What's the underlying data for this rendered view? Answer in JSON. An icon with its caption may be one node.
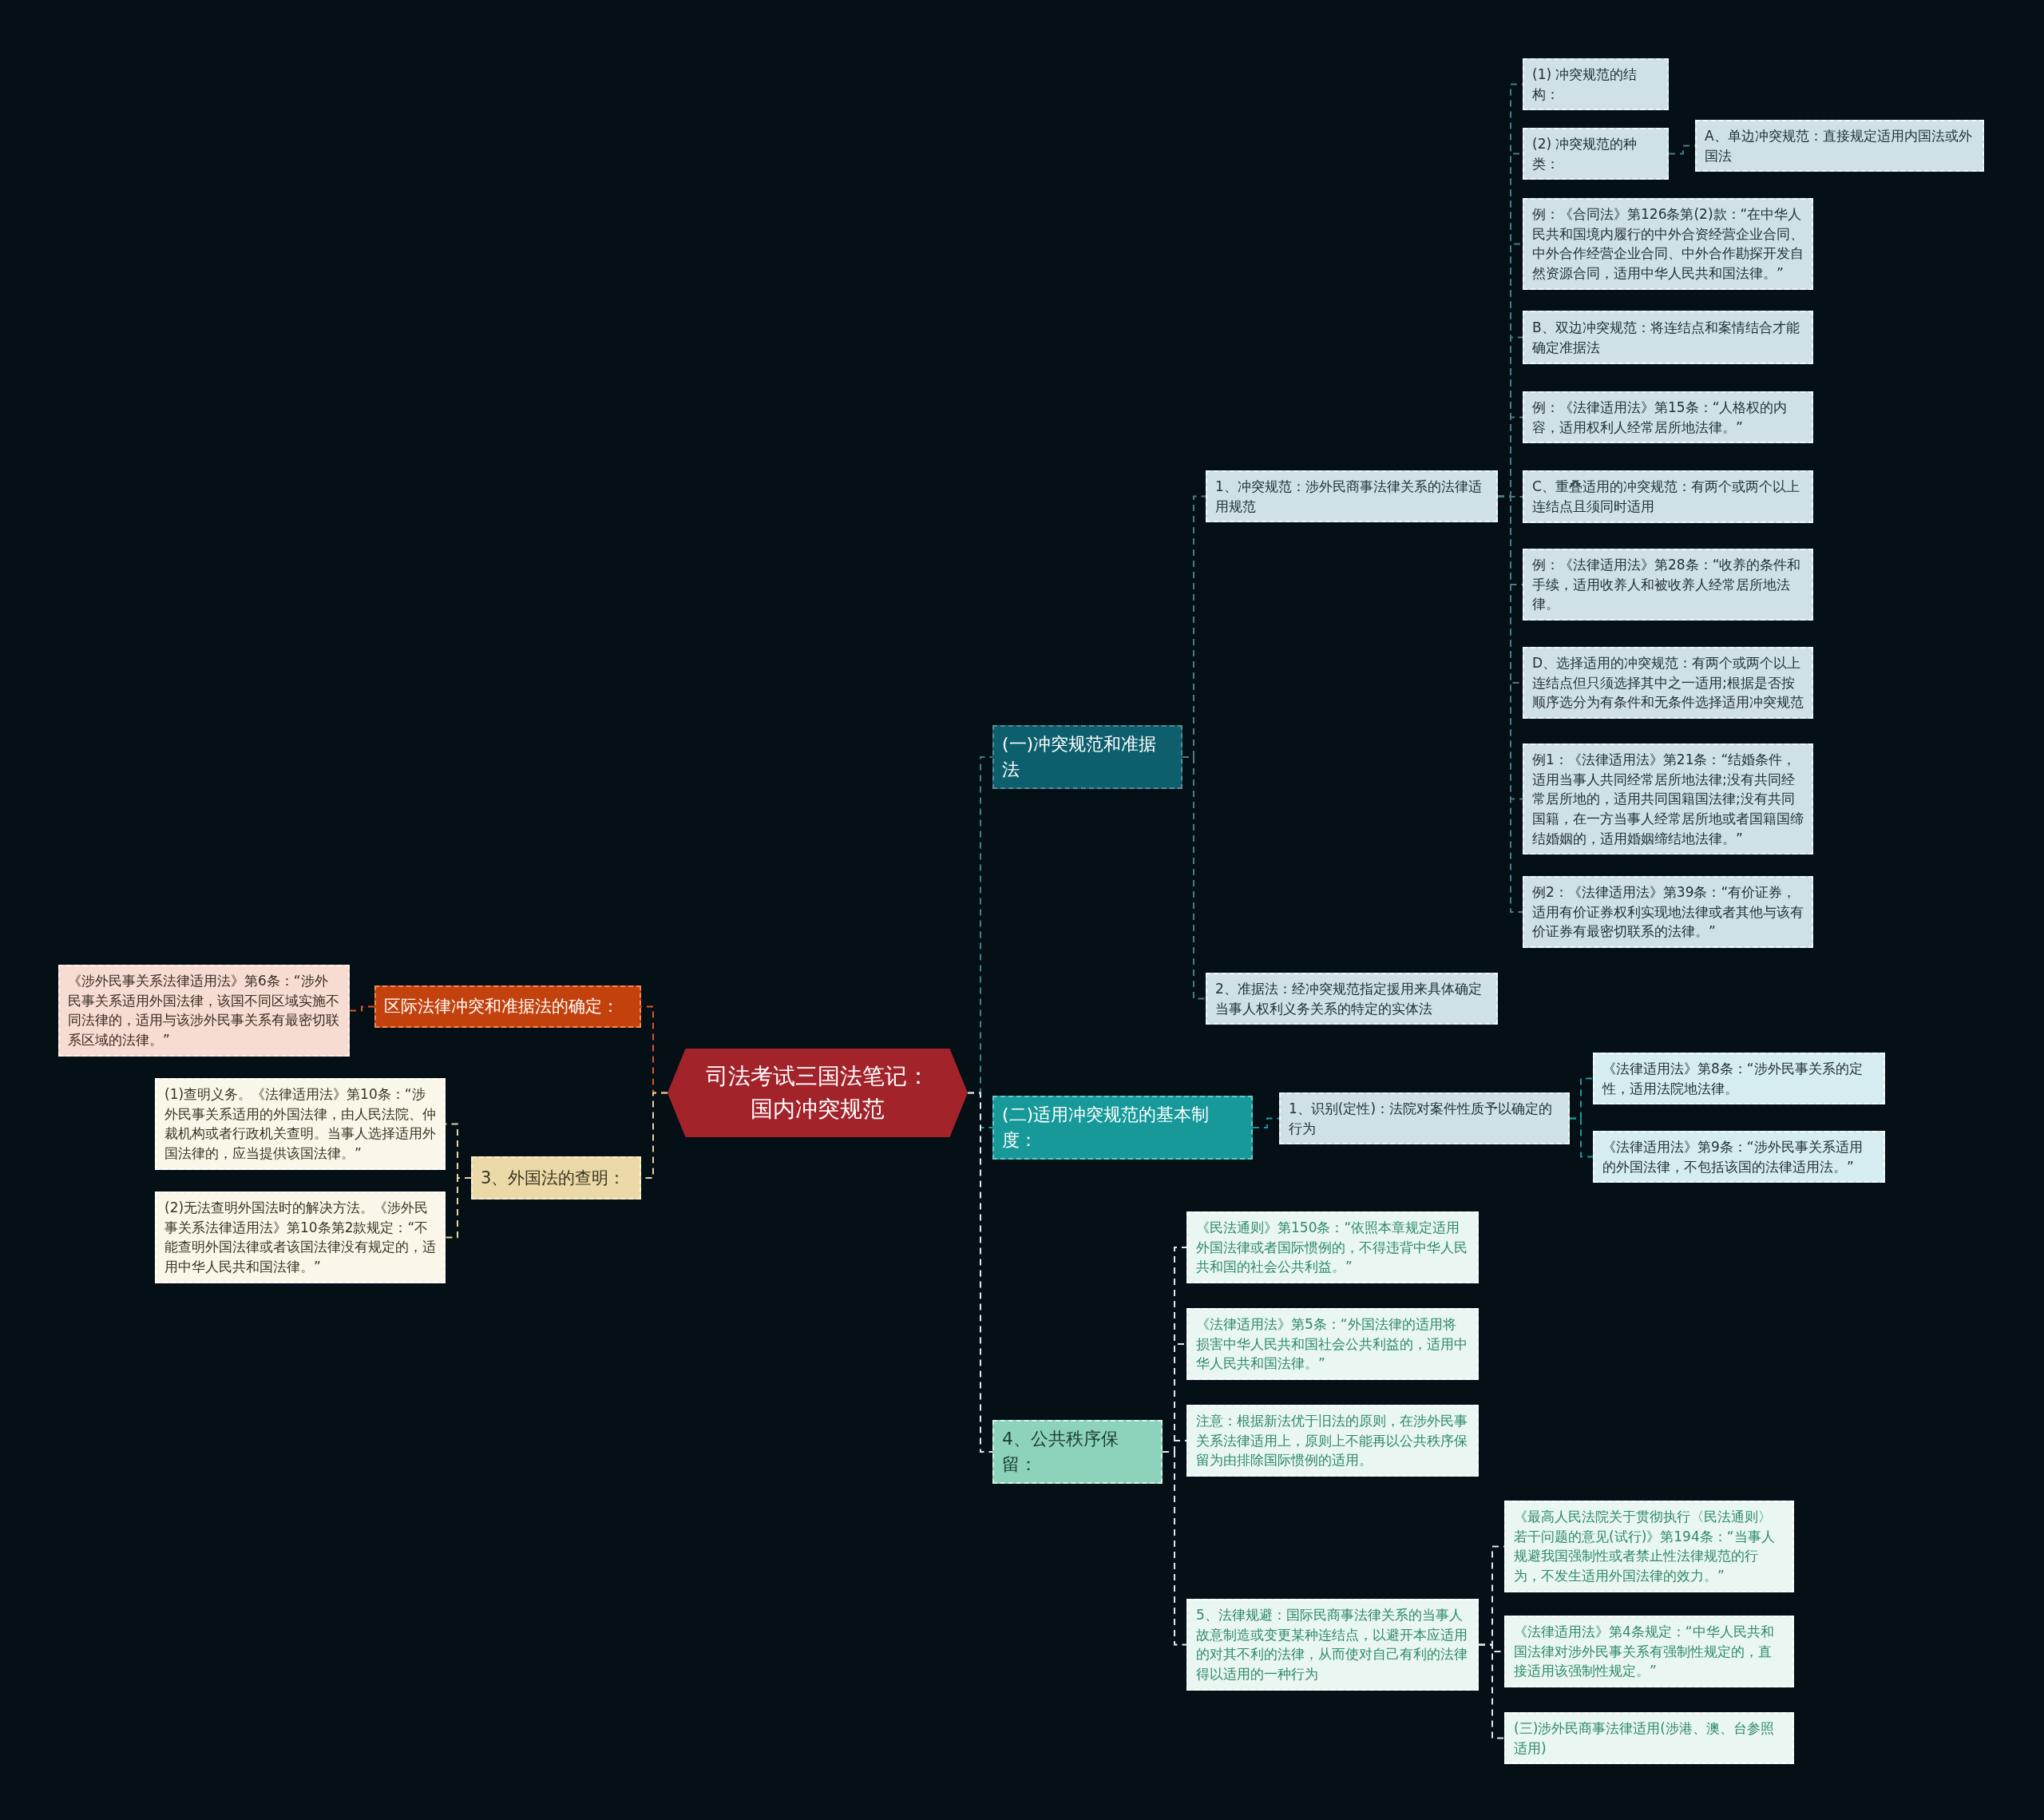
{
  "diagram": {
    "nodes": [
      {
        "text": [
          "司法考试三国法笔记：国内冲突规范"
        ]
      },
      {
        "text": [
          "(一)冲突规范和准据法"
        ]
      },
      {
        "text": [
          "1、冲突规范：涉外民商事法律关系的法律适用规范"
        ]
      },
      {
        "text": [
          "(1) 冲突规范的结构："
        ]
      },
      {
        "text": [
          "(2) 冲突规范的种类："
        ]
      },
      {
        "text": [
          "A、单边冲突规范：直接规定适用内国法或外国法"
        ]
      },
      {
        "text": [
          "例：《合同法》第126条第(2)款：“在中华人民共和国境内履行的中外合资经营企业合同、中外合作经营企业合同、中外合作勘探开发自然资源合同，适用中华人民共和国法律。”"
        ]
      },
      {
        "text": [
          "B、双边冲突规范：将连结点和案情结合才能确定准据法"
        ]
      },
      {
        "text": [
          "例：《法律适用法》第15条：“人格权的内容，适用权利人经常居所地法律。”"
        ]
      },
      {
        "text": [
          "C、重叠适用的冲突规范：有两个或两个以上连结点且须同时适用"
        ]
      },
      {
        "text": [
          "例：《法律适用法》第28条：“收养的条件和手续，适用收养人和被收养人经常居所地法律。"
        ]
      },
      {
        "text": [
          "D、选择适用的冲突规范：有两个或两个以上连结点但只须选择其中之一适用;根据是否按顺序选分为有条件和无条件选择适用冲突规范"
        ]
      },
      {
        "text": [
          "例1：《法律适用法》第21条：“结婚条件，适用当事人共同经常居所地法律;没有共同经常居所地的，适用共同国籍国法律;没有共同国籍，在一方当事人经常居所地或者国籍国缔结婚姻的，适用婚姻缔结地法律。”"
        ]
      },
      {
        "text": [
          "例2：《法律适用法》第39条：“有价证券，适用有价证券权利实现地法律或者其他与该有价证券有最密切联系的法律。”"
        ]
      },
      {
        "text": [
          "2、准据法：经冲突规范指定援用来具体确定当事人权利义务关系的特定的实体法"
        ]
      },
      {
        "text": [
          "(二)适用冲突规范的基本制度："
        ]
      },
      {
        "text": [
          "1、识别(定性)：法院对案件性质予以确定的行为"
        ]
      },
      {
        "text": [
          "《法律适用法》第8条：“涉外民事关系的定性，适用法院地法律。"
        ]
      },
      {
        "text": [
          "《法律适用法》第9条：“涉外民事关系适用的外国法律，不包括该国的法律适用法。”"
        ]
      },
      {
        "text": [
          "4、公共秩序保留："
        ]
      },
      {
        "text": [
          "《民法通则》第150条：“依照本章规定适用外国法律或者国际惯例的，不得违背中华人民共和国的社会公共利益。”"
        ]
      },
      {
        "text": [
          "《法律适用法》第5条：“外国法律的适用将损害中华人民共和国社会公共利益的，适用中华人民共和国法律。”"
        ]
      },
      {
        "text": [
          "注意：根据新法优于旧法的原则，在涉外民事关系法律适用上，原则上不能再以公共秩序保留为由排除国际惯例的适用。"
        ]
      },
      {
        "text": [
          "5、法律规避：国际民商事法律关系的当事人故意制造或变更某种连结点，以避开本应适用的对其不利的法律，从而使对自己有利的法律得以适用的一种行为"
        ]
      },
      {
        "text": [
          "《最高人民法院关于贯彻执行〈民法通则〉若干问题的意见(试行)》第194条：“当事人规避我国强制性或者禁止性法律规范的行为，不发生适用外国法律的效力。”"
        ]
      },
      {
        "text": [
          "《法律适用法》第4条规定：“中华人民共和国法律对涉外民事关系有强制性规定的，直接适用该强制性规定。”"
        ]
      },
      {
        "text": [
          "(三)涉外民商事法律适用(涉港、澳、台参照适用)"
        ]
      },
      {
        "text": [
          "区际法律冲突和准据法的确定："
        ]
      },
      {
        "text": [
          "《涉外民事关系法律适用法》第6条：“涉外民事关系适用外国法律，该国不同区域实施不同法律的，适用与该涉外民事关系有最密切联系区域的法律。”"
        ]
      },
      {
        "text": [
          "3、外国法的查明："
        ]
      },
      {
        "text": [
          "(1)查明义务。《法律适用法》第10条：“涉外民事关系适用的外国法律，由人民法院、仲裁机构或者行政机关查明。当事人选择适用外国法律的，应当提供该国法律。”"
        ]
      },
      {
        "text": [
          "(2)无法查明外国法时的解决方法。《涉外民事关系法律适用法》第10条第2款规定：“不能查明外国法律或者该国法律没有规定的，适用中华人民共和国法律。”"
        ]
      }
    ],
    "edges": [
      {
        "from": 0,
        "to": 1,
        "arrow": "none",
        "style": "dashed"
      },
      {
        "from": 1,
        "to": 2,
        "arrow": "none",
        "style": "dashed"
      },
      {
        "from": 2,
        "to": 3,
        "arrow": "none",
        "style": "dashed"
      },
      {
        "from": 2,
        "to": 4,
        "arrow": "none",
        "style": "dashed"
      },
      {
        "from": 4,
        "to": 5,
        "arrow": "none",
        "style": "dashed"
      },
      {
        "from": 2,
        "to": 6,
        "arrow": "none",
        "style": "dashed"
      },
      {
        "from": 2,
        "to": 7,
        "arrow": "none",
        "style": "dashed"
      },
      {
        "from": 2,
        "to": 8,
        "arrow": "none",
        "style": "dashed"
      },
      {
        "from": 2,
        "to": 9,
        "arrow": "none",
        "style": "dashed"
      },
      {
        "from": 2,
        "to": 10,
        "arrow": "none",
        "style": "dashed"
      },
      {
        "from": 2,
        "to": 11,
        "arrow": "none",
        "style": "dashed"
      },
      {
        "from": 2,
        "to": 12,
        "arrow": "none",
        "style": "dashed"
      },
      {
        "from": 2,
        "to": 13,
        "arrow": "none",
        "style": "dashed"
      },
      {
        "from": 1,
        "to": 14,
        "arrow": "none",
        "style": "dashed"
      },
      {
        "from": 0,
        "to": 15,
        "arrow": "none",
        "style": "dashed",
        "color": "#1a9a9a"
      },
      {
        "from": 15,
        "to": 16,
        "arrow": "none",
        "style": "dashed",
        "color": "#1a9a9a"
      },
      {
        "from": 16,
        "to": 17,
        "arrow": "none",
        "style": "dashed",
        "color": "#1a9a9a"
      },
      {
        "from": 16,
        "to": 18,
        "arrow": "none",
        "style": "dashed",
        "color": "#1a9a9a"
      },
      {
        "from": 0,
        "to": 19,
        "arrow": "none",
        "style": "dashed",
        "color": "#dfe8e5"
      },
      {
        "from": 19,
        "to": 20,
        "arrow": "none",
        "style": "dashed",
        "color": "#dfe8e5"
      },
      {
        "from": 19,
        "to": 21,
        "arrow": "none",
        "style": "dashed",
        "color": "#dfe8e5"
      },
      {
        "from": 19,
        "to": 22,
        "arrow": "none",
        "style": "dashed",
        "color": "#dfe8e5"
      },
      {
        "from": 19,
        "to": 23,
        "arrow": "none",
        "style": "dashed",
        "color": "#dfe8e5"
      },
      {
        "from": 23,
        "to": 24,
        "arrow": "none",
        "style": "dashed",
        "color": "#dfe8e5"
      },
      {
        "from": 23,
        "to": 25,
        "arrow": "none",
        "style": "dashed",
        "color": "#dfe8e5"
      },
      {
        "from": 23,
        "to": 26,
        "arrow": "none",
        "style": "dashed",
        "color": "#dfe8e5"
      },
      {
        "from": 0,
        "to": 27,
        "arrow": "none",
        "style": "dashed",
        "color": "#d9582a"
      },
      {
        "from": 27,
        "to": 28,
        "arrow": "none",
        "style": "dashed",
        "color": "#d9582a"
      },
      {
        "from": 0,
        "to": 29,
        "arrow": "none",
        "style": "dashed",
        "color": "#e7d3a0"
      },
      {
        "from": 29,
        "to": 30,
        "arrow": "none",
        "style": "dashed",
        "color": "#e7d3a0"
      },
      {
        "from": 29,
        "to": 31,
        "arrow": "none",
        "style": "dashed",
        "color": "#e7d3a0"
      }
    ]
  }
}
